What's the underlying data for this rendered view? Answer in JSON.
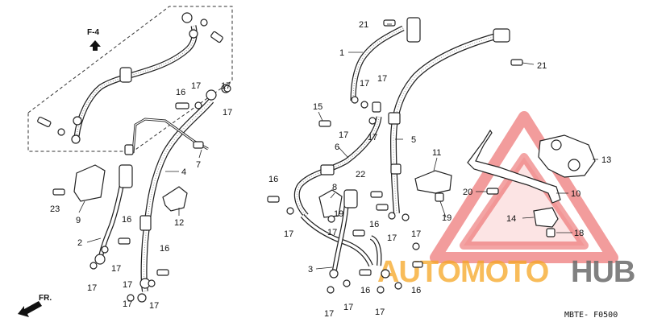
{
  "direction_markers": {
    "f4": "F-4",
    "fr": "FR."
  },
  "figure_code": "MBTE- F0500",
  "watermark": {
    "part1": "AUTOMOTO",
    "part2": "HUB",
    "color_orange": "#f5a623",
    "color_gray": "#6b6b6b",
    "color_red": "#e84a4a"
  },
  "callouts": [
    {
      "id": "c1",
      "text": "1"
    },
    {
      "id": "c2",
      "text": "2"
    },
    {
      "id": "c3",
      "text": "3"
    },
    {
      "id": "c4",
      "text": "4"
    },
    {
      "id": "c5",
      "text": "5"
    },
    {
      "id": "c6",
      "text": "6"
    },
    {
      "id": "c7",
      "text": "7"
    },
    {
      "id": "c8",
      "text": "8"
    },
    {
      "id": "c9",
      "text": "9"
    },
    {
      "id": "c10",
      "text": "10"
    },
    {
      "id": "c11",
      "text": "11"
    },
    {
      "id": "c12",
      "text": "12"
    },
    {
      "id": "c13",
      "text": "13"
    },
    {
      "id": "c14",
      "text": "14"
    },
    {
      "id": "c15",
      "text": "15"
    },
    {
      "id": "c16a",
      "text": "16"
    },
    {
      "id": "c16b",
      "text": "16"
    },
    {
      "id": "c16c",
      "text": "16"
    },
    {
      "id": "c16d",
      "text": "16"
    },
    {
      "id": "c16e",
      "text": "16"
    },
    {
      "id": "c16f",
      "text": "16"
    },
    {
      "id": "c16g",
      "text": "16"
    },
    {
      "id": "c17a",
      "text": "17"
    },
    {
      "id": "c17b",
      "text": "17"
    },
    {
      "id": "c17c",
      "text": "17"
    },
    {
      "id": "c17d",
      "text": "17"
    },
    {
      "id": "c17e",
      "text": "17"
    },
    {
      "id": "c17f",
      "text": "17"
    },
    {
      "id": "c17g",
      "text": "17"
    },
    {
      "id": "c17h",
      "text": "17"
    },
    {
      "id": "c17i",
      "text": "17"
    },
    {
      "id": "c17j",
      "text": "17"
    },
    {
      "id": "c17k",
      "text": "17"
    },
    {
      "id": "c17l",
      "text": "17"
    },
    {
      "id": "c17m",
      "text": "17"
    },
    {
      "id": "c17n",
      "text": "17"
    },
    {
      "id": "c17o",
      "text": "17"
    },
    {
      "id": "c17p",
      "text": "17"
    },
    {
      "id": "c17q",
      "text": "17"
    },
    {
      "id": "c17r",
      "text": "17"
    },
    {
      "id": "c17s",
      "text": "17"
    },
    {
      "id": "c18",
      "text": "18"
    },
    {
      "id": "c19a",
      "text": "19"
    },
    {
      "id": "c19b",
      "text": "19"
    },
    {
      "id": "c20",
      "text": "20"
    },
    {
      "id": "c21a",
      "text": "21"
    },
    {
      "id": "c21b",
      "text": "21"
    },
    {
      "id": "c22",
      "text": "22"
    },
    {
      "id": "c23",
      "text": "23"
    }
  ]
}
